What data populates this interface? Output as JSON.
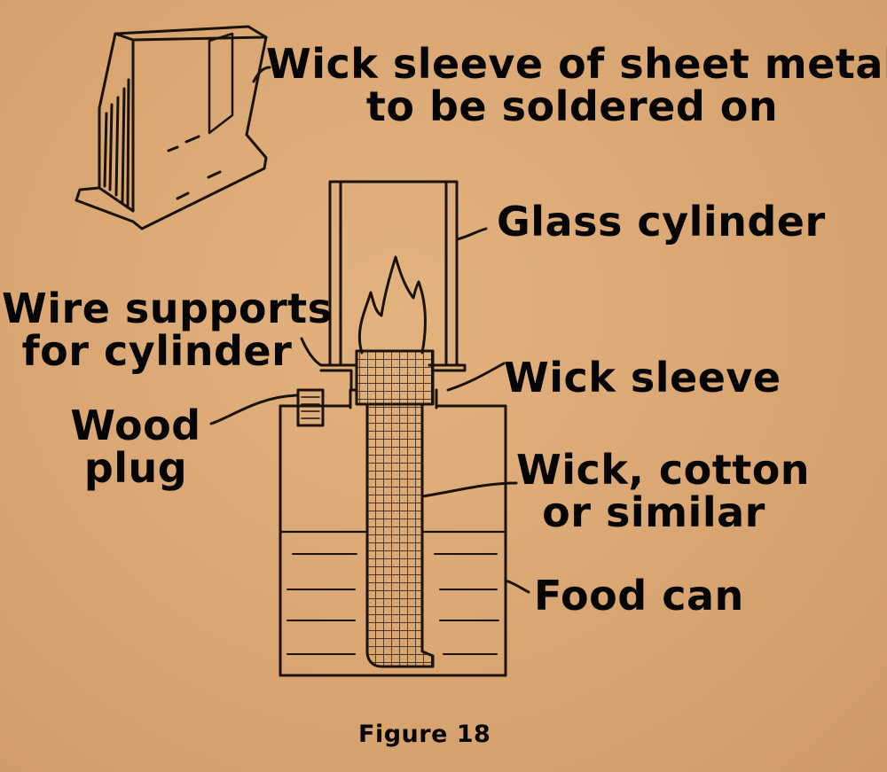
{
  "labels": {
    "wick_sleeve_metal": [
      "Wick sleeve of sheet metal,",
      "to be soldered on"
    ],
    "glass_cylinder": "Glass cylinder",
    "wire_supports": [
      "Wire supports",
      "for cylinder"
    ],
    "wick_sleeve": "Wick sleeve",
    "wood_plug": [
      "Wood",
      "plug"
    ],
    "wick": [
      "Wick, cotton",
      "or similar"
    ],
    "food_can": "Food can"
  },
  "caption": "Figure 18",
  "colors": {
    "paper": "#d9a672",
    "ink": "#1a1208"
  }
}
